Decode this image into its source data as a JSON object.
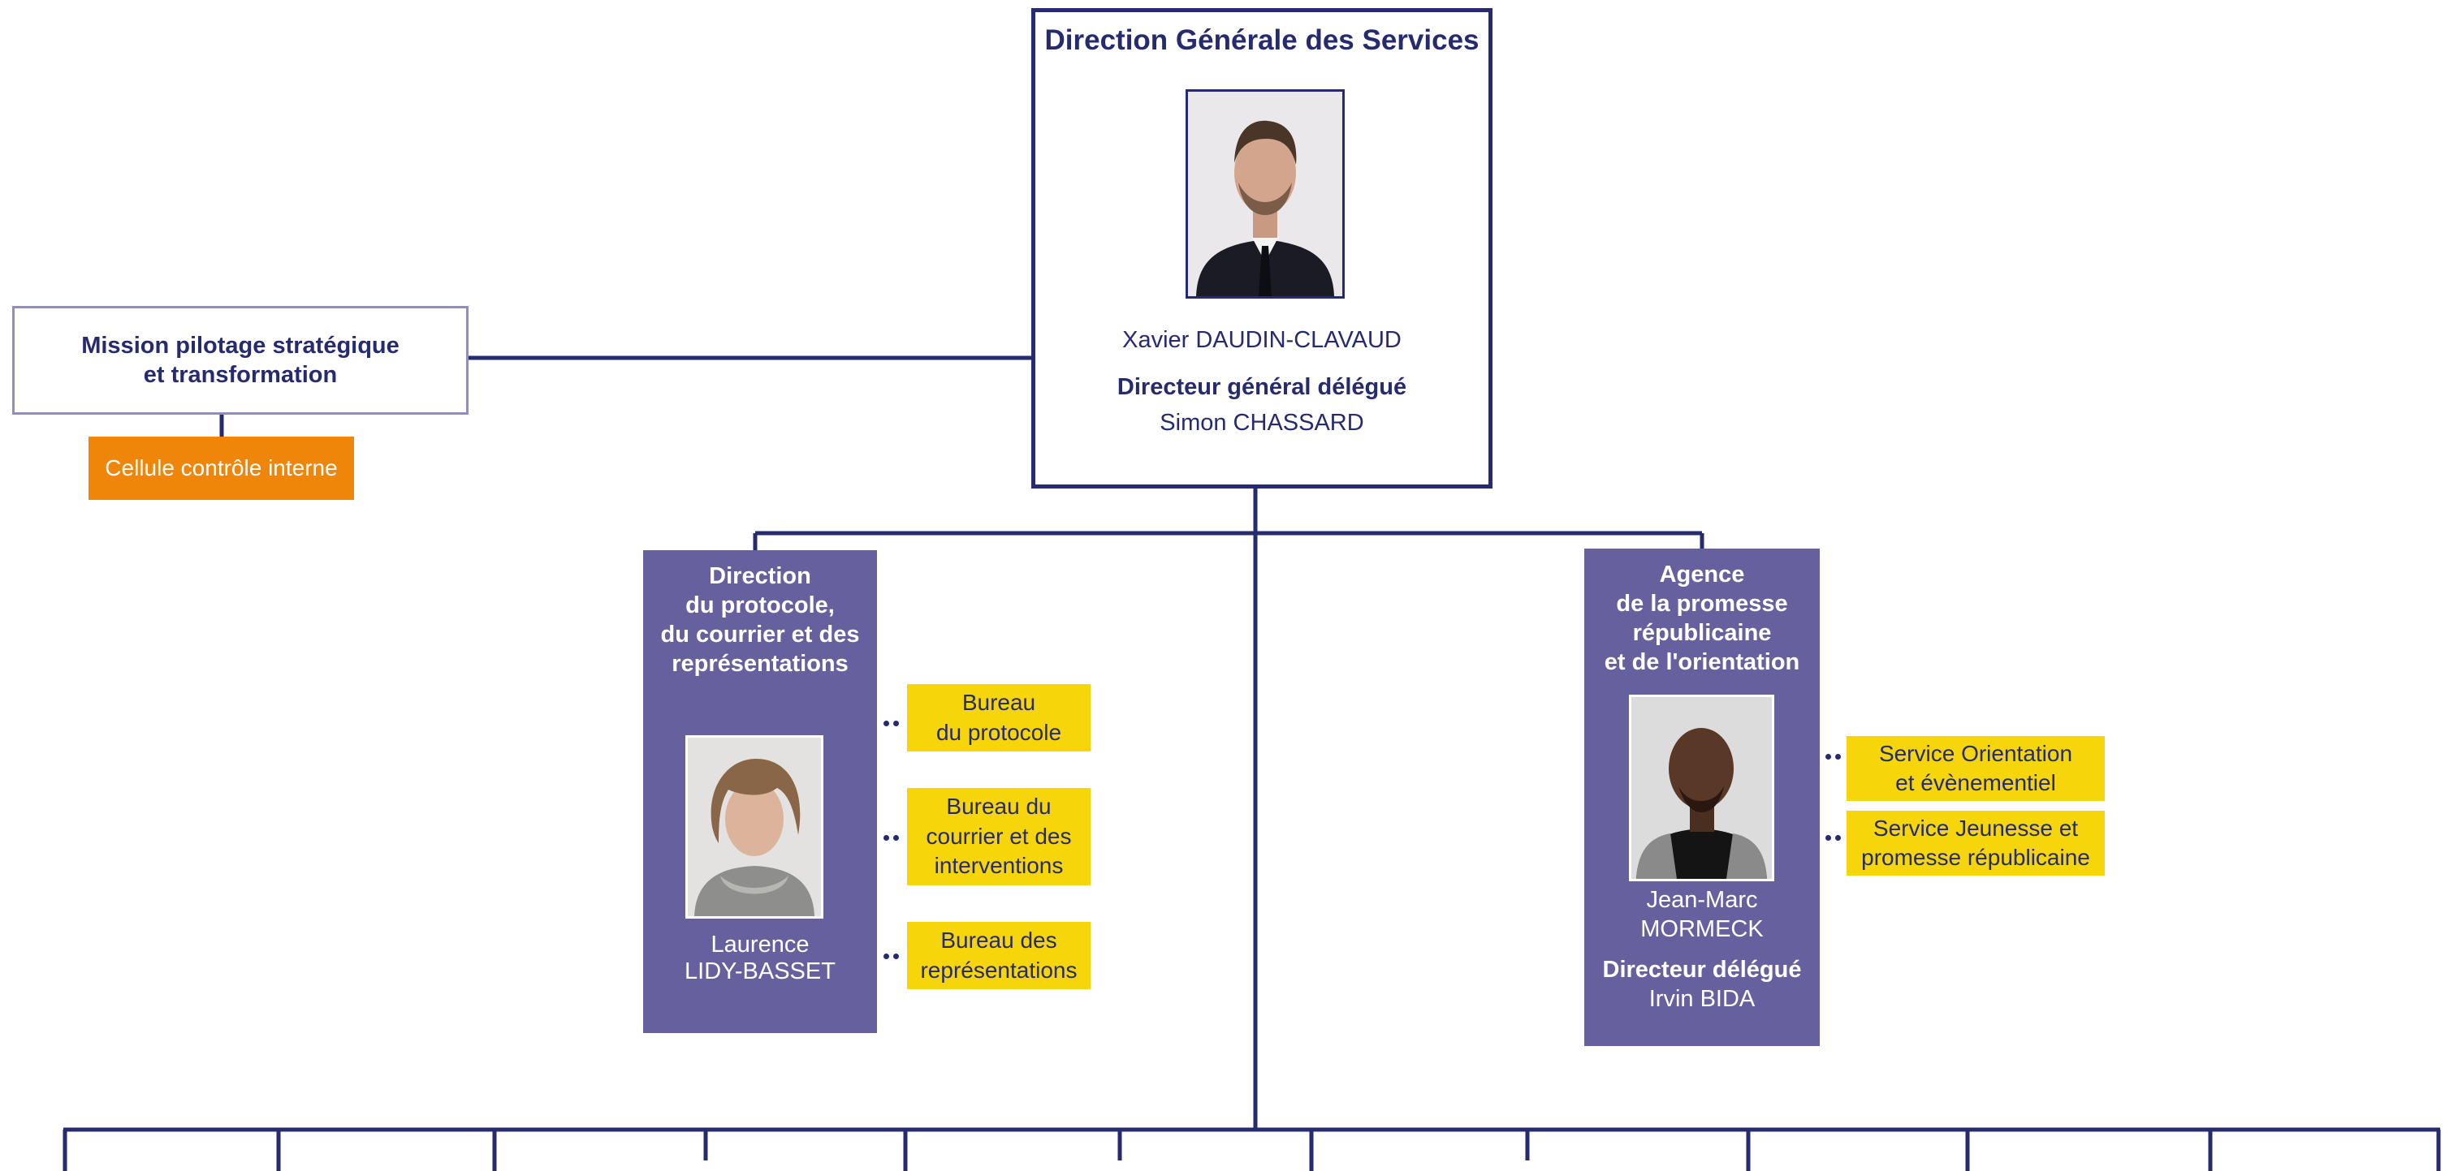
{
  "dgs": {
    "title": "Direction Générale des Services",
    "person": "Xavier DAUDIN-CLAVAUD",
    "deputy_role": "Directeur général délégué",
    "deputy_name": "Simon CHASSARD"
  },
  "mission": {
    "title_line1": "Mission pilotage stratégique",
    "title_line2": "et transformation",
    "sub_unit": "Cellule contrôle interne"
  },
  "protocol_direction": {
    "title_lines": [
      "Direction",
      "du protocole,",
      "du courrier et des",
      "représentations"
    ],
    "person_lines": [
      "Laurence",
      "LIDY-BASSET"
    ],
    "offices": [
      {
        "lines": [
          "Bureau",
          "du protocole"
        ]
      },
      {
        "lines": [
          "Bureau du",
          "courrier et des",
          "interventions"
        ]
      },
      {
        "lines": [
          "Bureau des",
          "représentations"
        ]
      }
    ]
  },
  "agency": {
    "title_lines": [
      "Agence",
      "de la promesse",
      "républicaine",
      "et de l'orientation"
    ],
    "person_lines": [
      "Jean-Marc",
      "MORMECK"
    ],
    "deputy_role": "Directeur délégué",
    "deputy_name": "Irvin BIDA",
    "services": [
      {
        "lines": [
          "Service Orientation",
          "et évènementiel"
        ]
      },
      {
        "lines": [
          "Service Jeunesse et",
          "promesse républicaine"
        ]
      }
    ]
  },
  "colors": {
    "navy": "#262a6e",
    "purple": "#67609e",
    "yellow": "#f6d60a",
    "orange": "#ef8509",
    "mission_border": "#8f8ebd"
  }
}
